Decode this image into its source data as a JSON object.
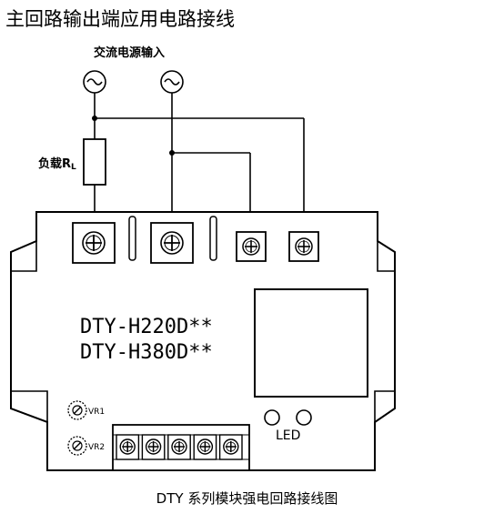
{
  "title": "主回路输出端应用电路接线",
  "ac_input_label": "交流电源输入",
  "load_label": "负载R",
  "load_subscript": "L",
  "model_line1": "DTY-H220D**",
  "model_line2": "DTY-H380D**",
  "vr1_label": "VR1",
  "vr2_label": "VR2",
  "led_label": "LED",
  "caption": "DTY 系列模块强电回路接线图"
}
